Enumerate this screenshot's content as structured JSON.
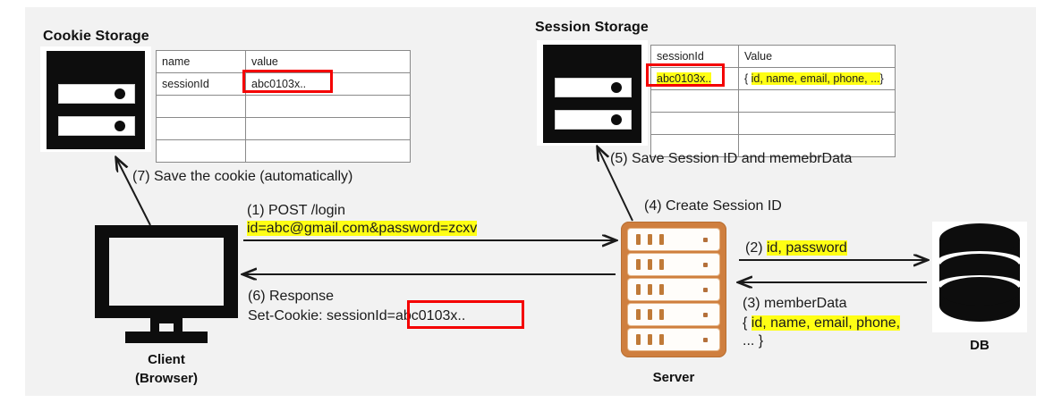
{
  "diagram": {
    "title_cookie_storage": "Cookie Storage",
    "title_session_storage": "Session Storage"
  },
  "cookie_table": {
    "headers": [
      "name",
      "value"
    ],
    "rows": [
      [
        "sessionId",
        "abc0103x.."
      ],
      [
        "",
        ""
      ],
      [
        "",
        ""
      ],
      [
        "",
        ""
      ]
    ]
  },
  "session_table": {
    "headers": [
      "sessionId",
      "Value"
    ],
    "rows": [
      [
        "abc0103x..",
        "{ id, name, email, phone, ...}"
      ],
      [
        "",
        ""
      ],
      [
        "",
        ""
      ],
      [
        "",
        ""
      ]
    ],
    "value_parts": {
      "open": "{ ",
      "highlight": "id, name, email, phone, ...",
      "close": "}"
    }
  },
  "nodes": {
    "client_line1": "Client",
    "client_line2": "(Browser)",
    "server": "Server",
    "db": "DB"
  },
  "steps": {
    "s7": "(7) Save the cookie (automatically)",
    "s1_line1": "(1) POST /login",
    "s1_line2": "id=abc@gmail.com&password=zcxv",
    "s6_line1": "(6)  Response",
    "s6_line2_pre": "Set-Cookie: session",
    "s6_line2_mid": "Id",
    "s6_line2_post": "=abc0103x..",
    "s5": "(5) Save Session ID and memebrData",
    "s4": "(4) Create Session ID",
    "s2_pre": "(2) ",
    "s2_hl": "id, password",
    "s3_line1": "(3) memberData",
    "s3_line2_open": "{ ",
    "s3_line2_hl": "id, name, email, phone,",
    "s3_line3": "... }"
  },
  "colors": {
    "highlight": "#ffff14",
    "annotation_red": "#f40000",
    "server_orange": "#cf7f3f",
    "canvas": "#f2f2f2"
  }
}
